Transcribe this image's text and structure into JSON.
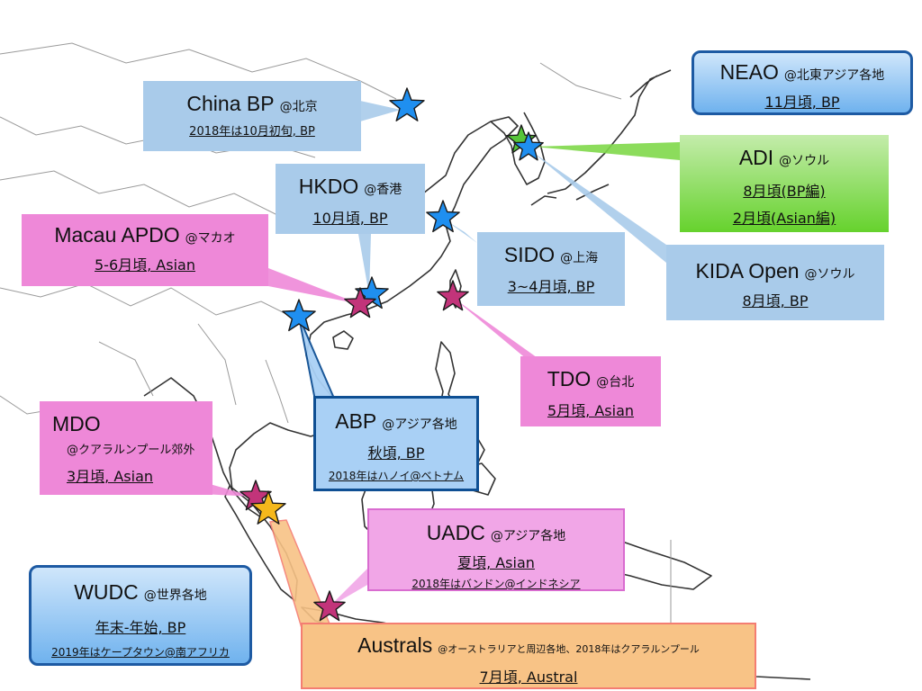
{
  "events": {
    "china_bp": {
      "title": "China BP",
      "location": "@北京",
      "line1": "2018年は10月初旬, BP"
    },
    "neao": {
      "title": "NEAO",
      "location": "@北東アジア各地",
      "line1": "11月頃, BP"
    },
    "adi": {
      "title": "ADI",
      "location": "@ソウル",
      "line1": "8月頃(BP編)",
      "line2": "2月頃(Asian編)"
    },
    "hkdo": {
      "title": "HKDO",
      "location": "@香港",
      "line1": "10月頃, BP"
    },
    "macau": {
      "title": "Macau APDO",
      "location": "@マカオ",
      "line1": "5-6月頃, Asian"
    },
    "sido": {
      "title": "SIDO",
      "location": "@上海",
      "line1": "3~4月頃, BP"
    },
    "kida": {
      "title": "KIDA Open",
      "location": "@ソウル",
      "line1": "8月頃, BP"
    },
    "tdo": {
      "title": "TDO",
      "location": "@台北",
      "line1": "5月頃, Asian"
    },
    "abp": {
      "title": "ABP",
      "location": "@アジア各地",
      "line1": "秋頃, BP",
      "note": "2018年はハノイ@ベトナム"
    },
    "mdo": {
      "title": "MDO",
      "location": "@クアラルンプール郊外",
      "line1": "3月頃, Asian"
    },
    "uadc": {
      "title": "UADC",
      "location": "@アジア各地",
      "line1": "夏頃, Asian",
      "note": "2018年はバンドン@インドネシア"
    },
    "wudc": {
      "title": "WUDC",
      "location": "@世界各地",
      "line1": "年末-年始, BP",
      "note": "2019年はケープタウン@南アフリカ"
    },
    "australs": {
      "title": "Australs",
      "location": "@オーストラリアと周辺各地、2018年はクアラルンプール",
      "line1": "7月頃, Austral"
    }
  },
  "colors": {
    "bp_box": "#a9cbea",
    "asian_box": "#ee88d8",
    "adi_box": "#66d22d",
    "australs_box": "#f8c386",
    "star_blue": "#1f8ff0",
    "star_magenta": "#c2347a",
    "star_green": "#57c53a",
    "star_gold": "#f5b81c",
    "frame_blue": "#1d5aa3"
  },
  "icons": [
    "star-marker-icon"
  ]
}
